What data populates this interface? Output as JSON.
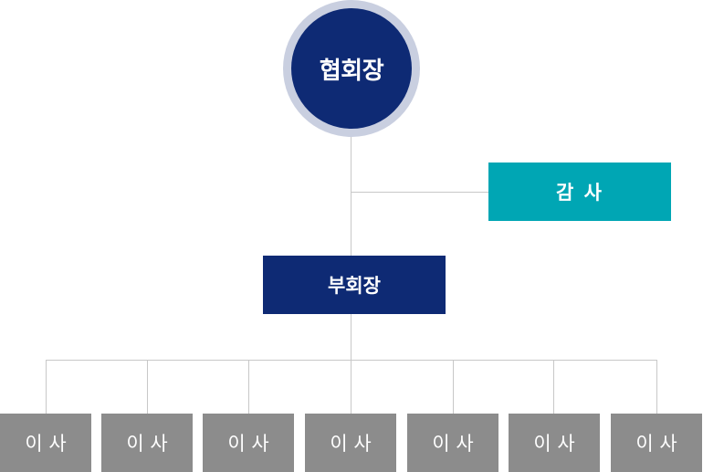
{
  "president": {
    "label": "협회장"
  },
  "auditor": {
    "label": "감 사"
  },
  "vice_president": {
    "label": "부회장"
  },
  "directors": [
    {
      "label": "이 사"
    },
    {
      "label": "이 사"
    },
    {
      "label": "이 사"
    },
    {
      "label": "이 사"
    },
    {
      "label": "이 사"
    },
    {
      "label": "이 사"
    },
    {
      "label": "이 사"
    }
  ],
  "colors": {
    "president": "#0e2a74",
    "president_ring": "#c9cfe0",
    "auditor": "#00a6b4",
    "vice_president": "#0e2a74",
    "director": "#8c8c8c",
    "connector": "#c8c8c8"
  }
}
